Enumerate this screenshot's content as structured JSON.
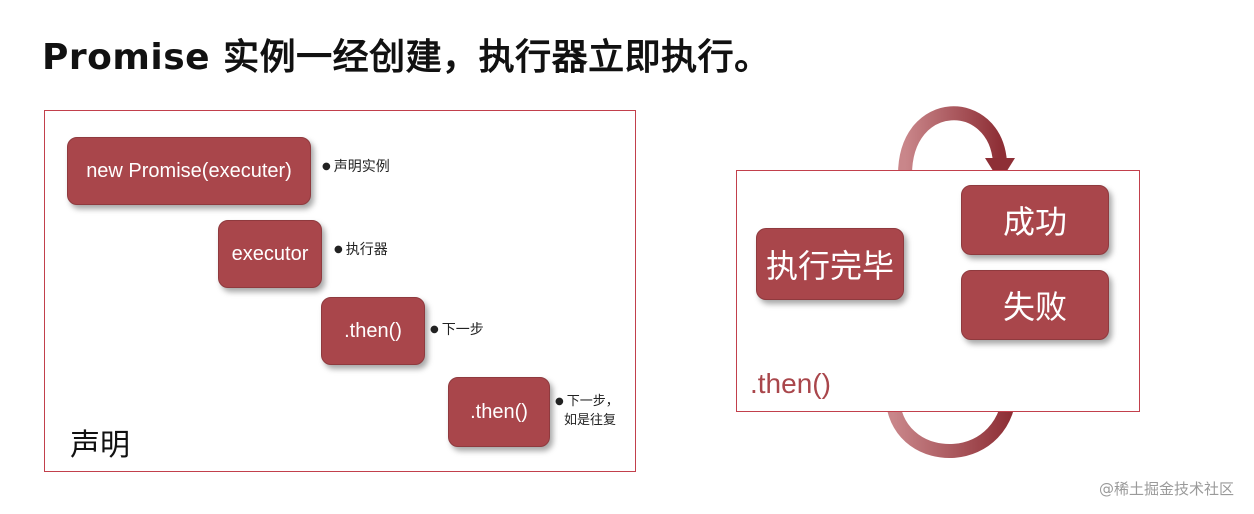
{
  "title": "Promise 实例一经创建，执行器立即执行。",
  "left": {
    "steps": [
      {
        "label": "new Promise(executer)",
        "note": "声明实例"
      },
      {
        "label": "executor",
        "note": "执行器"
      },
      {
        "label": ".then()",
        "note": "下一步"
      },
      {
        "label": ".then()",
        "note_line1": "下一步，",
        "note_line2": "如是往复"
      }
    ],
    "panel_label": "声明"
  },
  "right": {
    "main_box": "执行完毕",
    "success": "成功",
    "failure": "失败",
    "then_label": ".then()"
  },
  "colors": {
    "box": "#a9464b",
    "border": "#c2404c",
    "connector": "#e2c3c4"
  },
  "watermark": "@稀土掘金技术社区"
}
